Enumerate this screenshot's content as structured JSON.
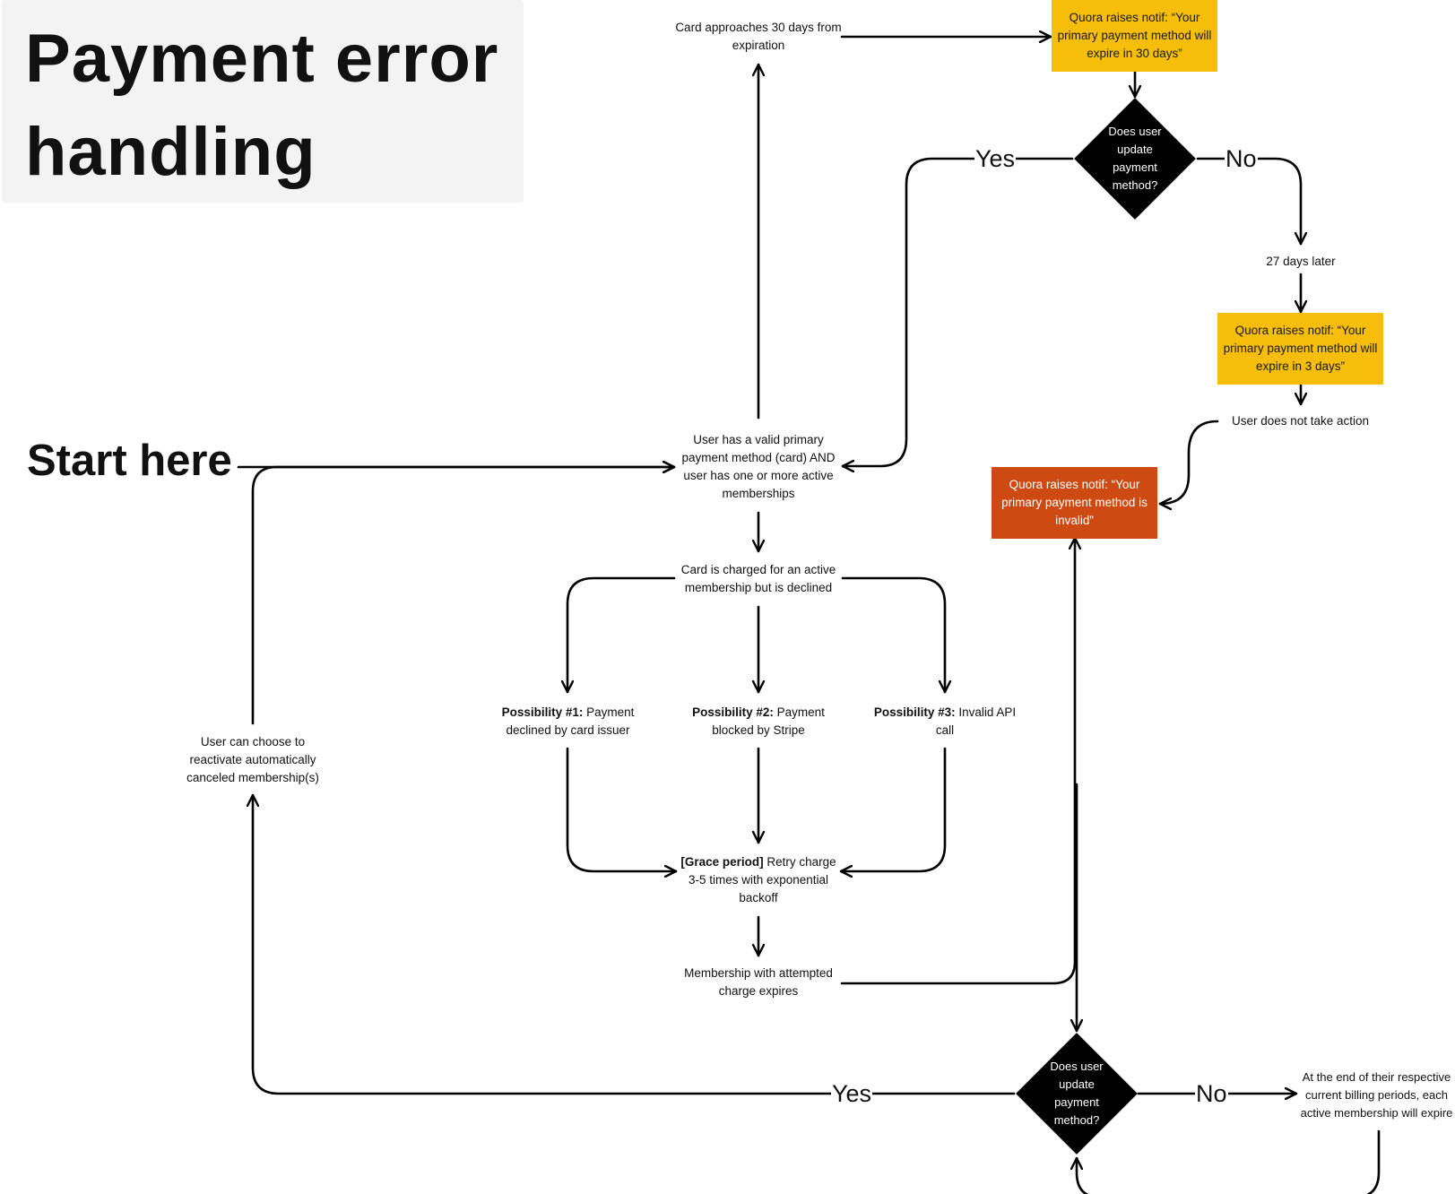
{
  "title": "Payment error handling",
  "start_label": "Start here",
  "nodes": {
    "card_approaches": "Card approaches 30 days from expiration",
    "notif_30_days": "Quora raises notif: “Your primary payment method will expire in 30 days”",
    "decision_top": "Does user update payment method?",
    "days_later": "27 days later",
    "notif_3_days": "Quora raises notif: “Your primary payment method will expire in 3 days”",
    "no_action": "User does not take action",
    "notif_invalid": "Quora raises notif: “Your primary payment method is invalid”",
    "valid_payment": "User has a valid primary payment method (card) AND user has one or more active memberships",
    "card_declined": "Card is charged for an active membership but is declined",
    "possibility_1_title": "Possibility #1:",
    "possibility_1_text": "Payment declined by card issuer",
    "possibility_2_title": "Possibility #2:",
    "possibility_2_text": "Payment blocked by Stripe",
    "possibility_3_title": "Possibility #3:",
    "possibility_3_text": "Invalid API call",
    "grace_title": "[Grace period]",
    "grace_text": "Retry charge 3-5 times with exponential backoff",
    "membership_expires": "Membership with attempted charge expires",
    "reactivate": "User can choose to reactivate automatically canceled membership(s)",
    "decision_bottom": "Does user update payment method?",
    "billing_end": "At the end of their respective current billing periods, each active membership will expire"
  },
  "edge_labels": {
    "top_yes": "Yes",
    "top_no": "No",
    "bottom_yes": "Yes",
    "bottom_no": "No"
  },
  "colors": {
    "notif_yellow": "#f6bd0b",
    "notif_orange": "#cd4a12",
    "decision": "#000000",
    "title_bg": "#f3f3f3"
  }
}
